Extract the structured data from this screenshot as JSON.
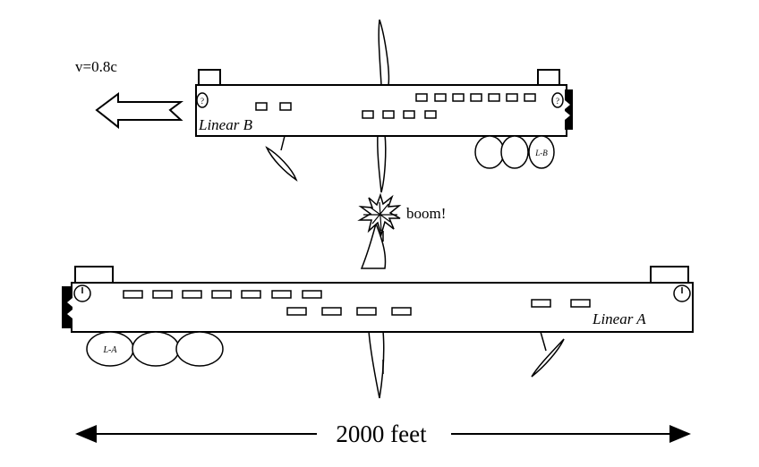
{
  "velocity_label": "v=0.8c",
  "linear_b": {
    "name": "Linear B",
    "wheel_label": "L-B",
    "clock_symbol": "?"
  },
  "linear_a": {
    "name": "Linear A",
    "wheel_label": "L-A"
  },
  "event_label": "boom!",
  "distance_label": "2000 feet"
}
